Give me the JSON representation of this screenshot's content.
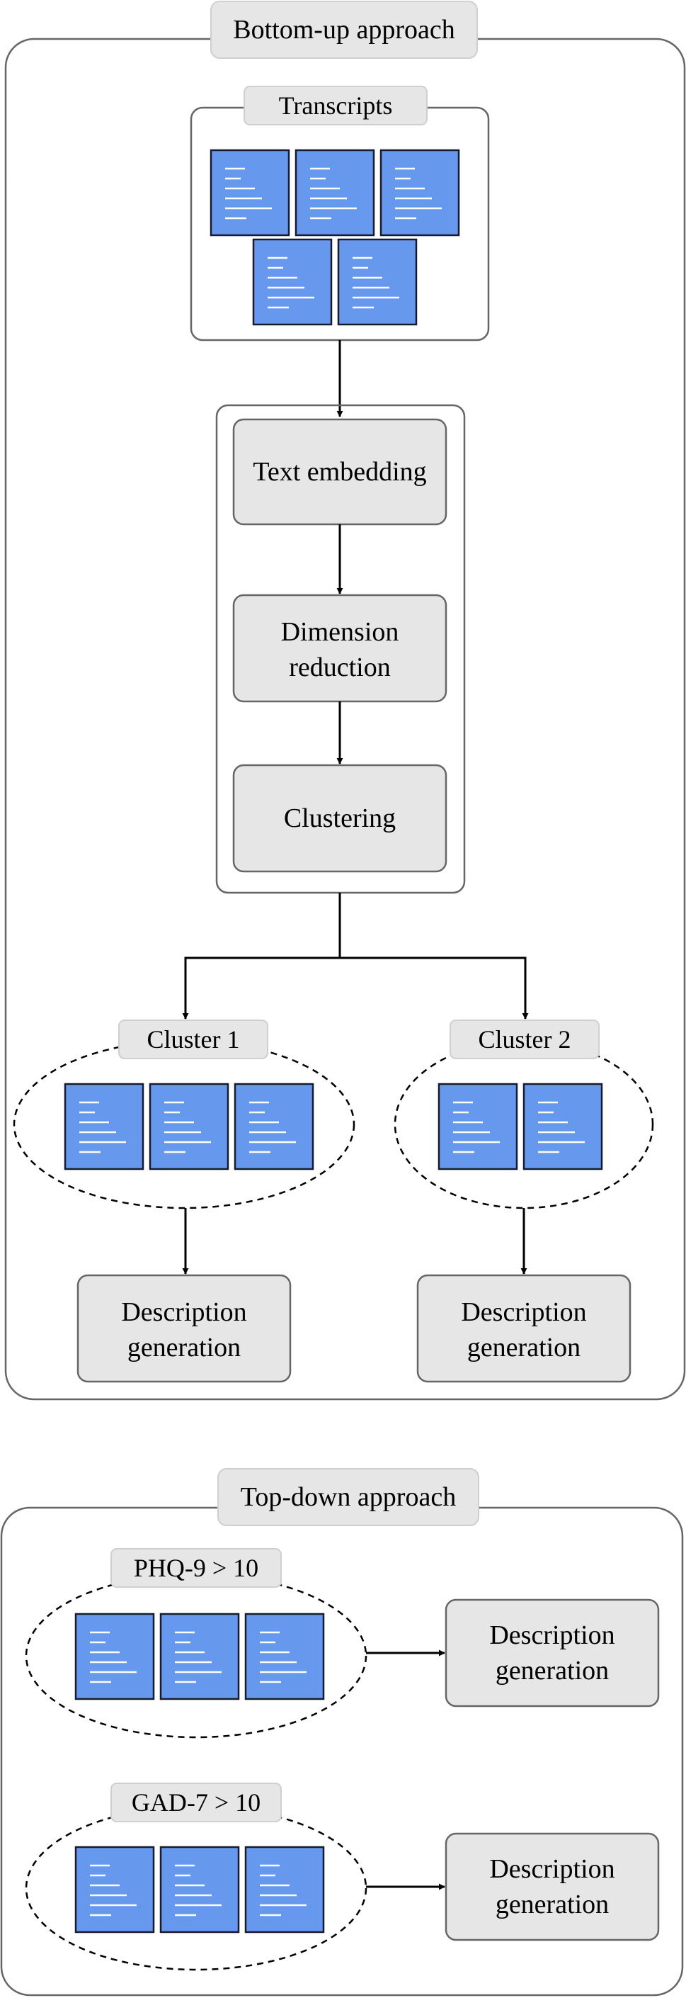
{
  "bottom_up": {
    "title": "Bottom-up approach",
    "transcripts_label": "Transcripts",
    "step_text_embedding": "Text embedding",
    "step_dimension_reduction": [
      "Dimension",
      "reduction"
    ],
    "step_clustering": "Clustering",
    "cluster1_label": "Cluster 1",
    "cluster2_label": "Cluster 2",
    "description1": [
      "Description",
      "generation"
    ],
    "description2": [
      "Description",
      "generation"
    ]
  },
  "top_down": {
    "title": "Top-down approach",
    "group1_label": "PHQ-9 > 10",
    "group2_label": "GAD-7 > 10",
    "description1": [
      "Description",
      "generation"
    ],
    "description2": [
      "Description",
      "generation"
    ]
  },
  "colors": {
    "document_fill": "#6699ee",
    "box_fill": "#e6e6e6",
    "stroke": "#666666"
  }
}
